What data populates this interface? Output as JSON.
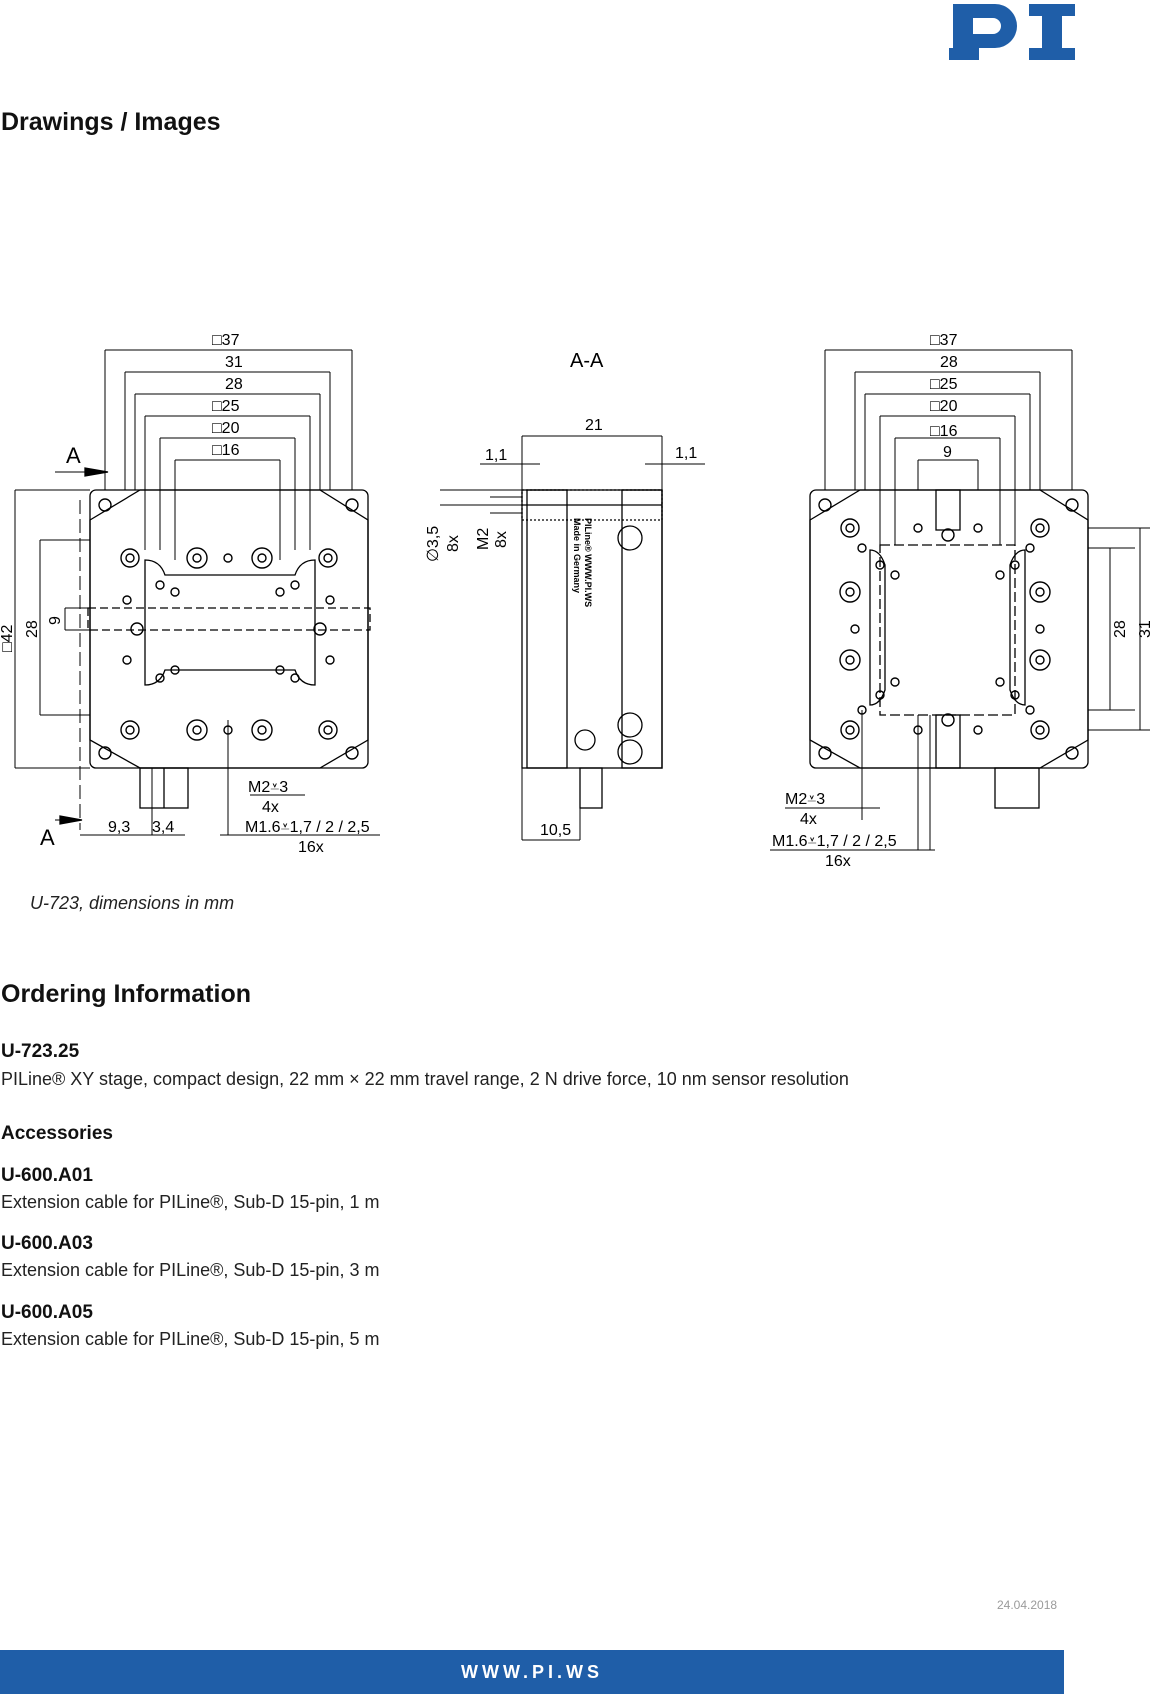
{
  "header": {
    "logo_text": "PI",
    "brand_color": "#1f5ea8"
  },
  "sections": {
    "drawings_title": "Drawings / Images",
    "ordering_title": "Ordering Information"
  },
  "drawing": {
    "caption": "U-723, dimensions in mm",
    "left_view": {
      "top_dims": [
        "□37",
        "31",
        "28",
        "□25",
        "□20",
        "□16"
      ],
      "side_dims": [
        "□42",
        "28",
        "9"
      ],
      "section_mark": "A",
      "bottom_dims": [
        "9,3",
        "3,4"
      ],
      "thread_m2": "M2⩡3",
      "thread_m2_count": "4x",
      "thread_m16": "M1.6⩡1,7 / 2 / 2,5",
      "thread_m16_count": "16x"
    },
    "section_view": {
      "title": "A-A",
      "dims": [
        "21",
        "1,1",
        "1,1",
        "10,5"
      ],
      "hole_dia": "∅3,5",
      "hole_count": "8x",
      "thread": "M2",
      "thread_count": "8x",
      "label_brand": "PILine®  WWW.PI.WS",
      "label_made": "Made in Germany"
    },
    "right_view": {
      "top_dims": [
        "□37",
        "28",
        "□25",
        "□20",
        "□16",
        "9"
      ],
      "side_dims": [
        "28",
        "31"
      ],
      "thread_m2": "M2⩡3",
      "thread_m2_count": "4x",
      "thread_m16": "M1.6⩡1,7 / 2 / 2,5",
      "thread_m16_count": "16x"
    }
  },
  "ordering": {
    "product": {
      "code": "U-723.25",
      "description": "PILine® XY stage, compact design, 22 mm × 22 mm travel range, 2 N drive force, 10 nm sensor resolution"
    },
    "accessories_title": "Accessories",
    "accessories": [
      {
        "code": "U-600.A01",
        "description": "Extension cable for PILine®, Sub-D 15-pin, 1 m"
      },
      {
        "code": "U-600.A03",
        "description": "Extension cable for PILine®, Sub-D 15-pin, 3 m"
      },
      {
        "code": "U-600.A05",
        "description": "Extension cable for PILine®, Sub-D 15-pin, 5 m"
      }
    ]
  },
  "footer": {
    "date": "24.04.2018",
    "website": "WWW.PI.WS"
  }
}
